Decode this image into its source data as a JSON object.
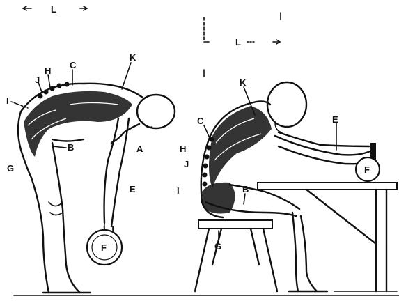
{
  "figure": {
    "left": {
      "labels": {
        "L": "L",
        "K": "K",
        "C": "C",
        "H": "H",
        "J": "J",
        "I": "I",
        "B": "B",
        "A": "A",
        "G": "G",
        "E": "E",
        "F": "F"
      }
    },
    "right": {
      "labels": {
        "L": "L",
        "K": "K",
        "C": "C",
        "H": "H",
        "J": "J",
        "I": "I",
        "B": "B",
        "E": "E",
        "F": "F",
        "G": "G"
      }
    }
  }
}
